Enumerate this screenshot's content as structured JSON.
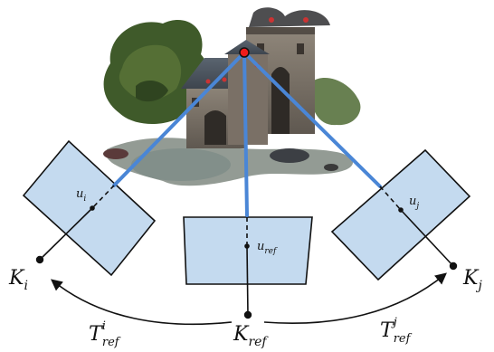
{
  "colors": {
    "plane_fill": "#c4daef",
    "plane_stroke": "#111111",
    "ray": "#4a86d6",
    "point": "#ee1c1c"
  },
  "labels": {
    "u_i": {
      "base": "u",
      "sub": "i"
    },
    "u_j": {
      "base": "u",
      "sub": "j"
    },
    "u_ref": {
      "base": "u",
      "sub": "ref"
    },
    "K_i": {
      "base": "K",
      "sub": "i"
    },
    "K_j": {
      "base": "K",
      "sub": "j"
    },
    "K_ref": {
      "base": "K",
      "sub": "ref"
    },
    "T_i": {
      "base": "T",
      "sup": "i",
      "sub": "ref"
    },
    "T_j": {
      "base": "T",
      "sup": "j",
      "sub": "ref"
    }
  },
  "scene": {
    "icon": "castle-3d-reconstruction"
  }
}
